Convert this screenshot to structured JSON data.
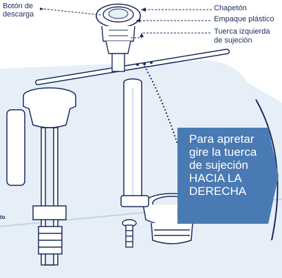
{
  "labels": {
    "boton_line1": "Botón de",
    "boton_line2": "descarga",
    "chapeton": "Chapetón",
    "empaque": "Empaque plástico",
    "tuerca_line1": "Tuerca izquierda",
    "tuerca_line2": "de sujeción"
  },
  "callout": {
    "lines": [
      "Para apretar",
      "gire la tuerca",
      "de sujeción",
      "HACIA LA",
      "DERECHA"
    ]
  },
  "fragment": "to",
  "colors": {
    "ink": "#1a2b5c",
    "callout_fill": "#4a7ab3",
    "background_panel": "#e6eef8",
    "outline": "#1a2b5c"
  }
}
